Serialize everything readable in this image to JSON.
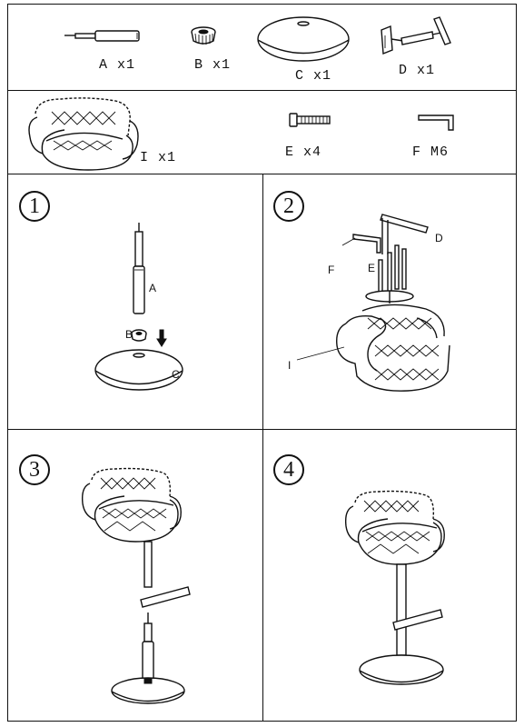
{
  "parts": {
    "a": "A x1",
    "b": "B x1",
    "c": "C x1",
    "d": "D x1",
    "i": "I x1",
    "e": "E x4",
    "f": "F M6"
  },
  "steps": [
    {
      "number": "1",
      "callouts": {
        "a": "A",
        "b": "B",
        "c": "C"
      }
    },
    {
      "number": "2",
      "callouts": {
        "d": "D",
        "f": "F",
        "e": "E",
        "i": "I"
      }
    },
    {
      "number": "3"
    },
    {
      "number": "4"
    }
  ]
}
